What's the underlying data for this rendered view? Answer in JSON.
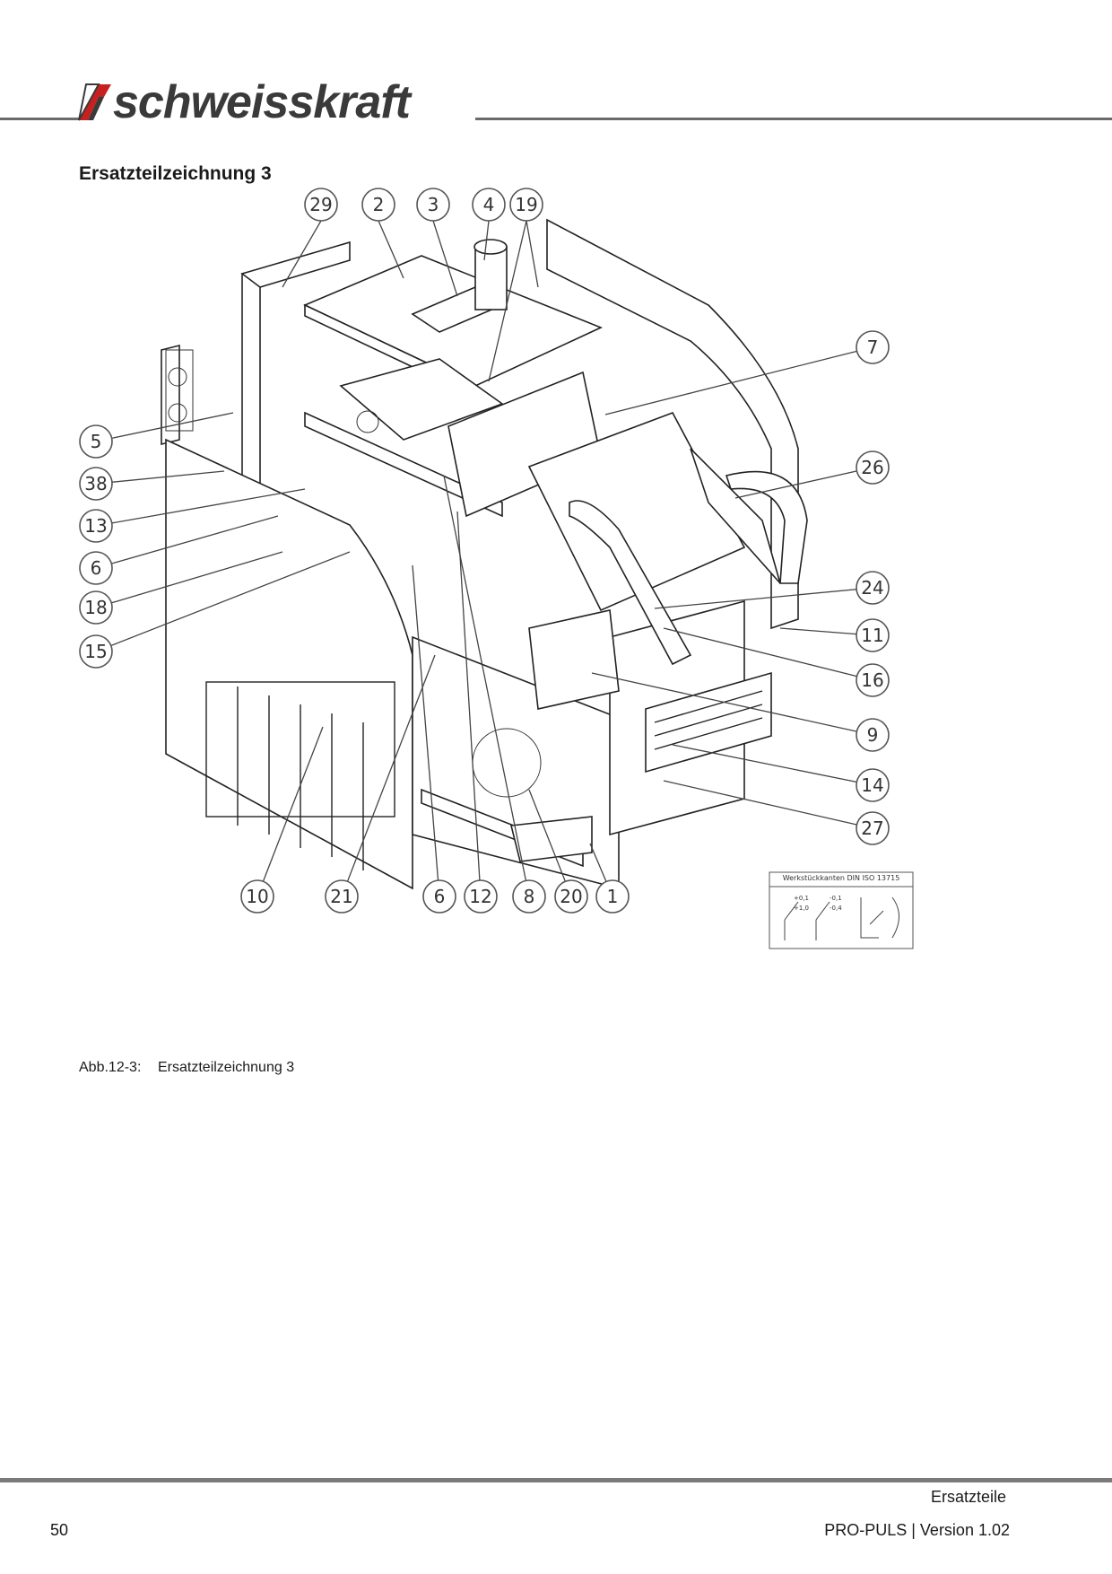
{
  "header": {
    "brand": "schweisskraft"
  },
  "section_title": "Ersatzteilzeichnung 3",
  "figure": {
    "callouts": [
      "29",
      "2",
      "3",
      "4",
      "19",
      "7",
      "5",
      "38",
      "13",
      "6",
      "18",
      "15",
      "26",
      "24",
      "11",
      "16",
      "9",
      "14",
      "27",
      "10",
      "21",
      "6",
      "12",
      "8",
      "20",
      "1"
    ],
    "table_text": "Werkstückkanten DIN ISO 13715",
    "table_values": [
      "+0,1",
      "+1,0",
      "-0,1",
      "-0,4"
    ]
  },
  "caption": {
    "number": "Abb.12-3:",
    "text": "Ersatzteilzeichnung 3"
  },
  "footer": {
    "section": "Ersatzteile",
    "page": "50",
    "doc": "PRO-PULS | Version 1.02"
  }
}
